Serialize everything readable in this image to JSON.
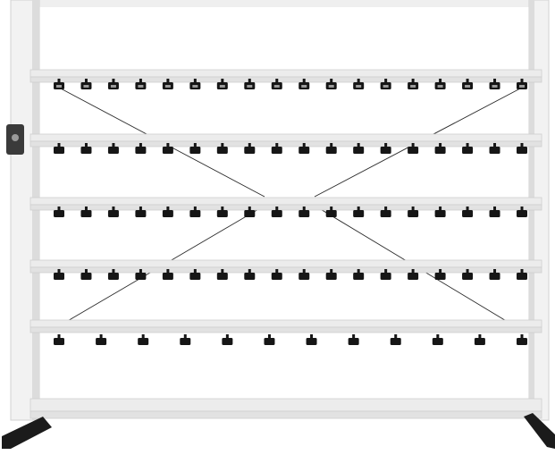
{
  "scene": {
    "subject": "display-rack",
    "colors": {
      "background": "#ffffff",
      "frame": "#f1f1f1",
      "frame_shadow": "#d6d6d6",
      "shelf_top": "#ececec",
      "shelf_front": "#e2e2e2",
      "clip": "#161616",
      "foot": "#1b1b1b",
      "lock": "#3a3a3a",
      "brace": "#2a2a2a"
    },
    "shelves": [
      {
        "clips": 18
      },
      {
        "clips": 18
      },
      {
        "clips": 18
      },
      {
        "clips": 18
      },
      {
        "clips": 12
      },
      {
        "clips": 0
      }
    ]
  }
}
